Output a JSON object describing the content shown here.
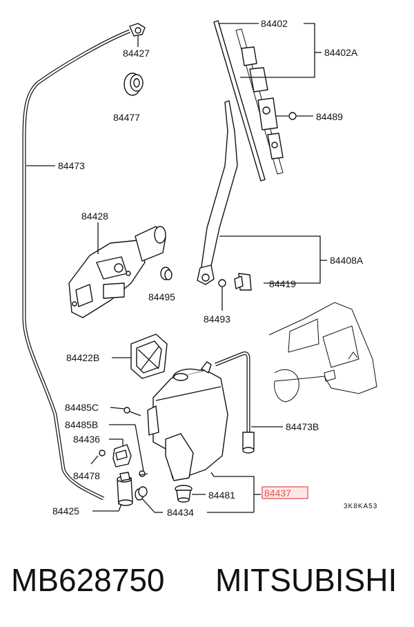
{
  "labels": {
    "l84402": "84402",
    "l84402A": "84402A",
    "l84489": "84489",
    "l84427": "84427",
    "l84477": "84477",
    "l84473": "84473",
    "l84428": "84428",
    "l84495": "84495",
    "l84408A": "84408A",
    "l84419": "84419",
    "l84493": "84493",
    "l84422B": "84422B",
    "l84485C": "84485C",
    "l84485B": "84485B",
    "l84436": "84436",
    "l84478": "84478",
    "l84473B": "84473B",
    "l84481": "84481",
    "l84437": "84437",
    "l84425": "84425",
    "l84434": "84434",
    "code": "3K8KA53"
  },
  "caption": {
    "part_number": "MB628750",
    "brand": "MITSUBISHI"
  },
  "colors": {
    "highlight": "#e05555",
    "highlight_fill": "#fde7e7"
  }
}
